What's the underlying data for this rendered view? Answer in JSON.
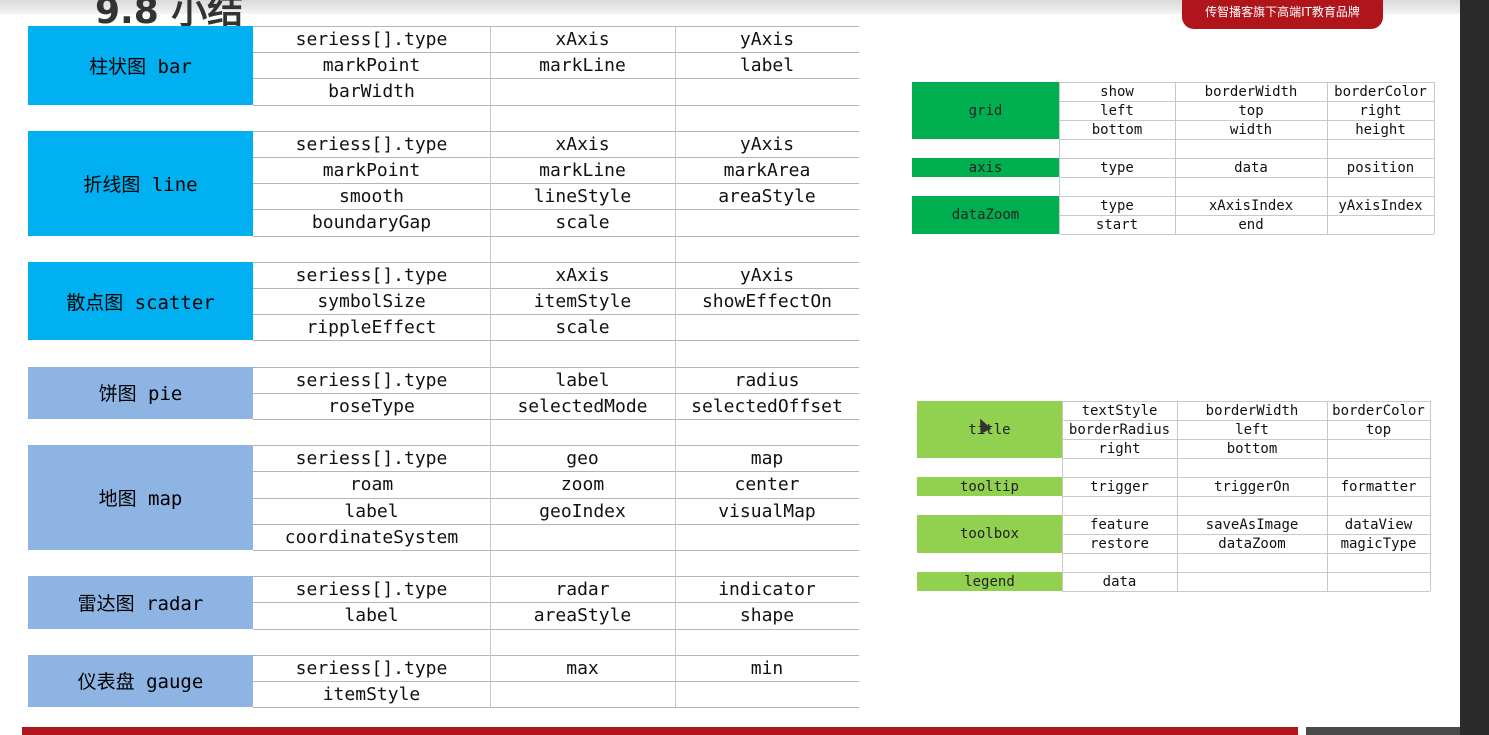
{
  "header": {
    "section_title": "9.8 小结",
    "brand": "传智播客旗下高端IT教育品牌"
  },
  "colors": {
    "cyan": "#00b0f0",
    "steel": "#8eb4e3",
    "green_dark": "#00b050",
    "green_light": "#92d050",
    "brand_red": "#b0151c"
  },
  "main_table": {
    "groups": [
      {
        "label": "柱状图 bar",
        "color": "cyan",
        "rows": [
          [
            "seriess[].type",
            "xAxis",
            "yAxis"
          ],
          [
            "markPoint",
            "markLine",
            "label"
          ],
          [
            "barWidth",
            "",
            ""
          ]
        ]
      },
      {
        "label": "折线图 line",
        "color": "cyan",
        "rows": [
          [
            "seriess[].type",
            "xAxis",
            "yAxis"
          ],
          [
            "markPoint",
            "markLine",
            "markArea"
          ],
          [
            "smooth",
            "lineStyle",
            "areaStyle"
          ],
          [
            "boundaryGap",
            "scale",
            ""
          ]
        ]
      },
      {
        "label": "散点图 scatter",
        "color": "cyan",
        "rows": [
          [
            "seriess[].type",
            "xAxis",
            "yAxis"
          ],
          [
            "symbolSize",
            "itemStyle",
            "showEffectOn"
          ],
          [
            "rippleEffect",
            "scale",
            ""
          ]
        ]
      },
      {
        "label": "饼图 pie",
        "color": "steel",
        "rows": [
          [
            "seriess[].type",
            "label",
            "radius"
          ],
          [
            "roseType",
            "selectedMode",
            "selectedOffset"
          ]
        ]
      },
      {
        "label": "地图 map",
        "color": "steel",
        "rows": [
          [
            "seriess[].type",
            "geo",
            "map"
          ],
          [
            "roam",
            "zoom",
            "center"
          ],
          [
            "label",
            "geoIndex",
            "visualMap"
          ],
          [
            "coordinateSystem",
            "",
            ""
          ]
        ]
      },
      {
        "label": "雷达图 radar",
        "color": "steel",
        "rows": [
          [
            "seriess[].type",
            "radar",
            "indicator"
          ],
          [
            "label",
            "areaStyle",
            "shape"
          ]
        ]
      },
      {
        "label": "仪表盘 gauge",
        "color": "steel",
        "rows": [
          [
            "seriess[].type",
            "max",
            "min"
          ],
          [
            "itemStyle",
            "",
            ""
          ]
        ]
      }
    ]
  },
  "grid_table": {
    "groups": [
      {
        "label": "grid",
        "rows": [
          [
            "show",
            "borderWidth",
            "borderColor"
          ],
          [
            "left",
            "top",
            "right"
          ],
          [
            "bottom",
            "width",
            "height"
          ]
        ]
      },
      {
        "label": "axis",
        "rows": [
          [
            "type",
            "data",
            "position"
          ]
        ]
      },
      {
        "label": "dataZoom",
        "rows": [
          [
            "type",
            "xAxisIndex",
            "yAxisIndex"
          ],
          [
            "start",
            "end",
            ""
          ]
        ]
      }
    ]
  },
  "title_table": {
    "groups": [
      {
        "label": "title",
        "rows": [
          [
            "textStyle",
            "borderWidth",
            "borderColor"
          ],
          [
            "borderRadius",
            "left",
            "top"
          ],
          [
            "right",
            "bottom",
            ""
          ]
        ]
      },
      {
        "label": "tooltip",
        "rows": [
          [
            "trigger",
            "triggerOn",
            "formatter"
          ]
        ]
      },
      {
        "label": "toolbox",
        "rows": [
          [
            "feature",
            "saveAsImage",
            "dataView"
          ],
          [
            "restore",
            "dataZoom",
            "magicType"
          ]
        ]
      },
      {
        "label": "legend",
        "rows": [
          [
            "data",
            "",
            ""
          ]
        ]
      }
    ]
  }
}
